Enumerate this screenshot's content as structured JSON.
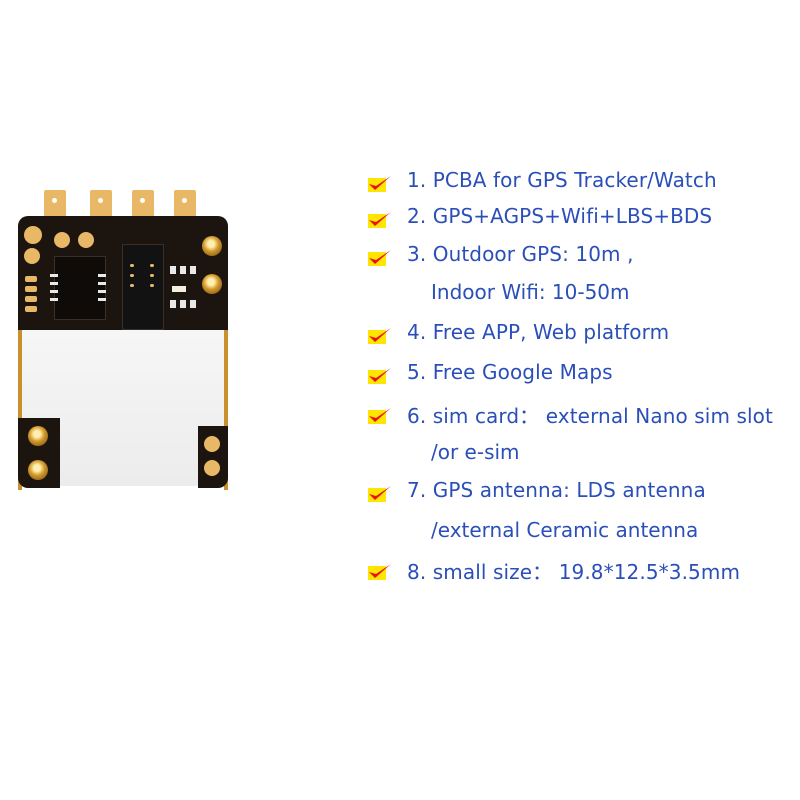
{
  "product_image": {
    "subject": "GPS tracker PCBA module",
    "colors": {
      "board": "#1c140f",
      "gold": "#e8b867",
      "shield": "#f2f2f2",
      "edge": "#c9902f"
    }
  },
  "features": {
    "icon": "checkmark-icon",
    "colors": {
      "text": "#2b4fb8",
      "check": "#e8101a",
      "check_bg": "#ffe600"
    },
    "items": [
      {
        "line": "1. PCBA for GPS Tracker/Watch"
      },
      {
        "line": "2. GPS+AGPS+Wifi+LBS+BDS"
      },
      {
        "line": "3. Outdoor GPS: 10m ,",
        "continuation": "Indoor Wifi: 10-50m"
      },
      {
        "line": "4. Free APP, Web platform"
      },
      {
        "line": "5. Free Google Maps"
      },
      {
        "line": "6. sim card： external Nano sim slot",
        "continuation": "/or e-sim"
      },
      {
        "line": "7. GPS antenna: LDS antenna",
        "continuation": "/external Ceramic antenna"
      },
      {
        "line": "8. small size： 19.8*12.5*3.5mm"
      }
    ]
  }
}
